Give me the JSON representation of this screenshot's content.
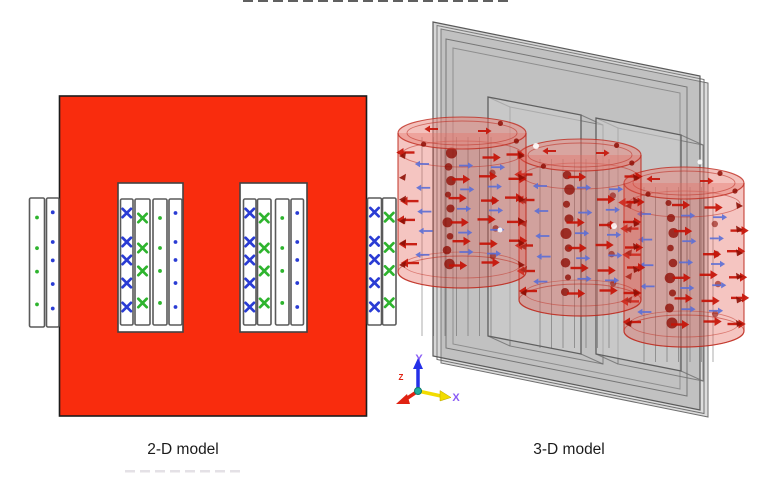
{
  "figure": {
    "background": "#ffffff",
    "description": "Comparison of 2-D and 3-D finite-element models of a three-limb transformer"
  },
  "model_2d": {
    "caption": "2-D model",
    "core_color": "#f92c0d",
    "core_outline": "#1c1c1c",
    "bar_fill": "#ffffff",
    "bar_outline": "#5a5a5a",
    "window_fill": "#ffffff",
    "window_outline": "#434343",
    "symbol_colors": {
      "blue": "#2a3cd4",
      "green": "#2eb42e"
    },
    "groups": [
      {
        "name": "outer-left-coil",
        "bars": [
          {
            "symbol": "dot",
            "color": "green",
            "count": 4
          },
          {
            "symbol": "dot",
            "color": "blue",
            "count": 5
          }
        ]
      },
      {
        "name": "left-window-coils",
        "bars": [
          {
            "symbol": "cross",
            "color": "blue",
            "count": 5
          },
          {
            "symbol": "cross",
            "color": "green",
            "count": 4
          },
          {
            "symbol": "dot",
            "color": "green",
            "count": 4
          },
          {
            "symbol": "dot",
            "color": "blue",
            "count": 5
          }
        ]
      },
      {
        "name": "right-window-coils",
        "bars": [
          {
            "symbol": "cross",
            "color": "blue",
            "count": 5
          },
          {
            "symbol": "cross",
            "color": "green",
            "count": 4
          },
          {
            "symbol": "dot",
            "color": "green",
            "count": 4
          },
          {
            "symbol": "dot",
            "color": "blue",
            "count": 5
          }
        ]
      },
      {
        "name": "outer-right-coil",
        "bars": [
          {
            "symbol": "cross",
            "color": "blue",
            "count": 5
          },
          {
            "symbol": "cross",
            "color": "green",
            "count": 4
          }
        ]
      }
    ]
  },
  "model_3d": {
    "caption": "3-D model",
    "core_front_fill": "rgba(150,150,150,0.38)",
    "core_back_fill": "rgba(128,128,128,0.28)",
    "edge_color": "#6f6f6f",
    "window_fill": "rgba(205,205,205,0.55)",
    "winding_fill": "rgba(226,88,76,0.35)",
    "winding_top_fill": "rgba(232,130,120,0.50)",
    "winding_edge": "rgba(190,40,28,0.78)",
    "arrow_red": "#c61206",
    "arrow_dark_red": "#8e0f06",
    "arrow_blue": "#5b6ed6",
    "winding_count": 3
  },
  "axis_triad": {
    "x": {
      "label": "X",
      "arrow_color": "#f2dc00",
      "label_color": "#8a5cf5"
    },
    "y": {
      "label": "Y",
      "arrow_color": "#2430e8",
      "label_color": "#8a5cf5"
    },
    "z": {
      "label": "Z",
      "arrow_color": "#e02212",
      "label_color": "#e02212"
    },
    "origin_color": "#1fae9e"
  },
  "artifacts": {
    "top_cropped_text_color": "#4f4f4f",
    "bottom_cropped_text_color": "#e4e1e6"
  }
}
